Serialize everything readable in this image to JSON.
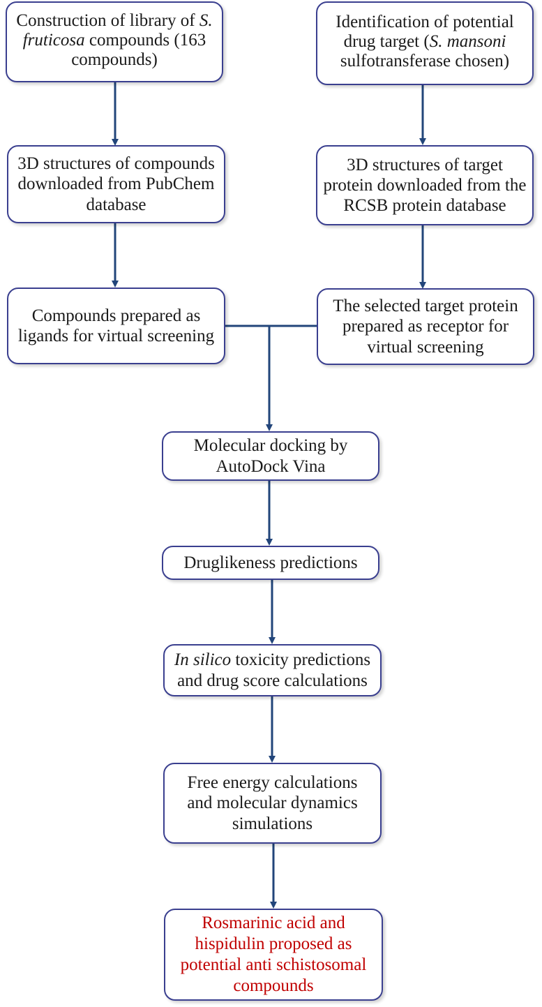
{
  "colors": {
    "box_border": "#3a3f8f",
    "arrow": "#22457a",
    "text": "#1a1a1a",
    "final_text": "#c00000"
  },
  "boxes": {
    "construct_library": {
      "line1_a": "Construction of library of ",
      "line1_b": "S.",
      "line2_a": "fruticosa",
      "line2_b": " compounds (163",
      "line3": "compounds)"
    },
    "identify_target": {
      "line1": "Identification of potential",
      "line2_a": "drug target (",
      "line2_b": "S. mansoni",
      "line3": "sulfotransferase chosen)"
    },
    "compound_structures": {
      "line1": "3D structures of compounds",
      "line2": "downloaded from PubChem",
      "line3": "database"
    },
    "target_structures": {
      "line1": "3D structures of target",
      "line2": "protein downloaded from the",
      "line3": "RCSB protein database"
    },
    "ligand_prep": {
      "line1": "Compounds prepared as",
      "line2": "ligands for virtual screening"
    },
    "receptor_prep": {
      "line1": "The selected target protein",
      "line2": "prepared as receptor for",
      "line3": "virtual screening"
    },
    "docking": {
      "line1": "Molecular docking by",
      "line2": "AutoDock Vina"
    },
    "druglikeness": {
      "line1": "Druglikeness predictions"
    },
    "toxicity": {
      "line1_a": "In silico",
      "line1_b": " toxicity predictions",
      "line2": "and drug score calculations"
    },
    "md_sim": {
      "line1": "Free energy calculations",
      "line2": "and molecular dynamics",
      "line3": "simulations"
    },
    "result": {
      "line1": "Rosmarinic acid and",
      "line2": "hispidulin proposed as",
      "line3": "potential anti schistosomal",
      "line4": "compounds"
    }
  }
}
